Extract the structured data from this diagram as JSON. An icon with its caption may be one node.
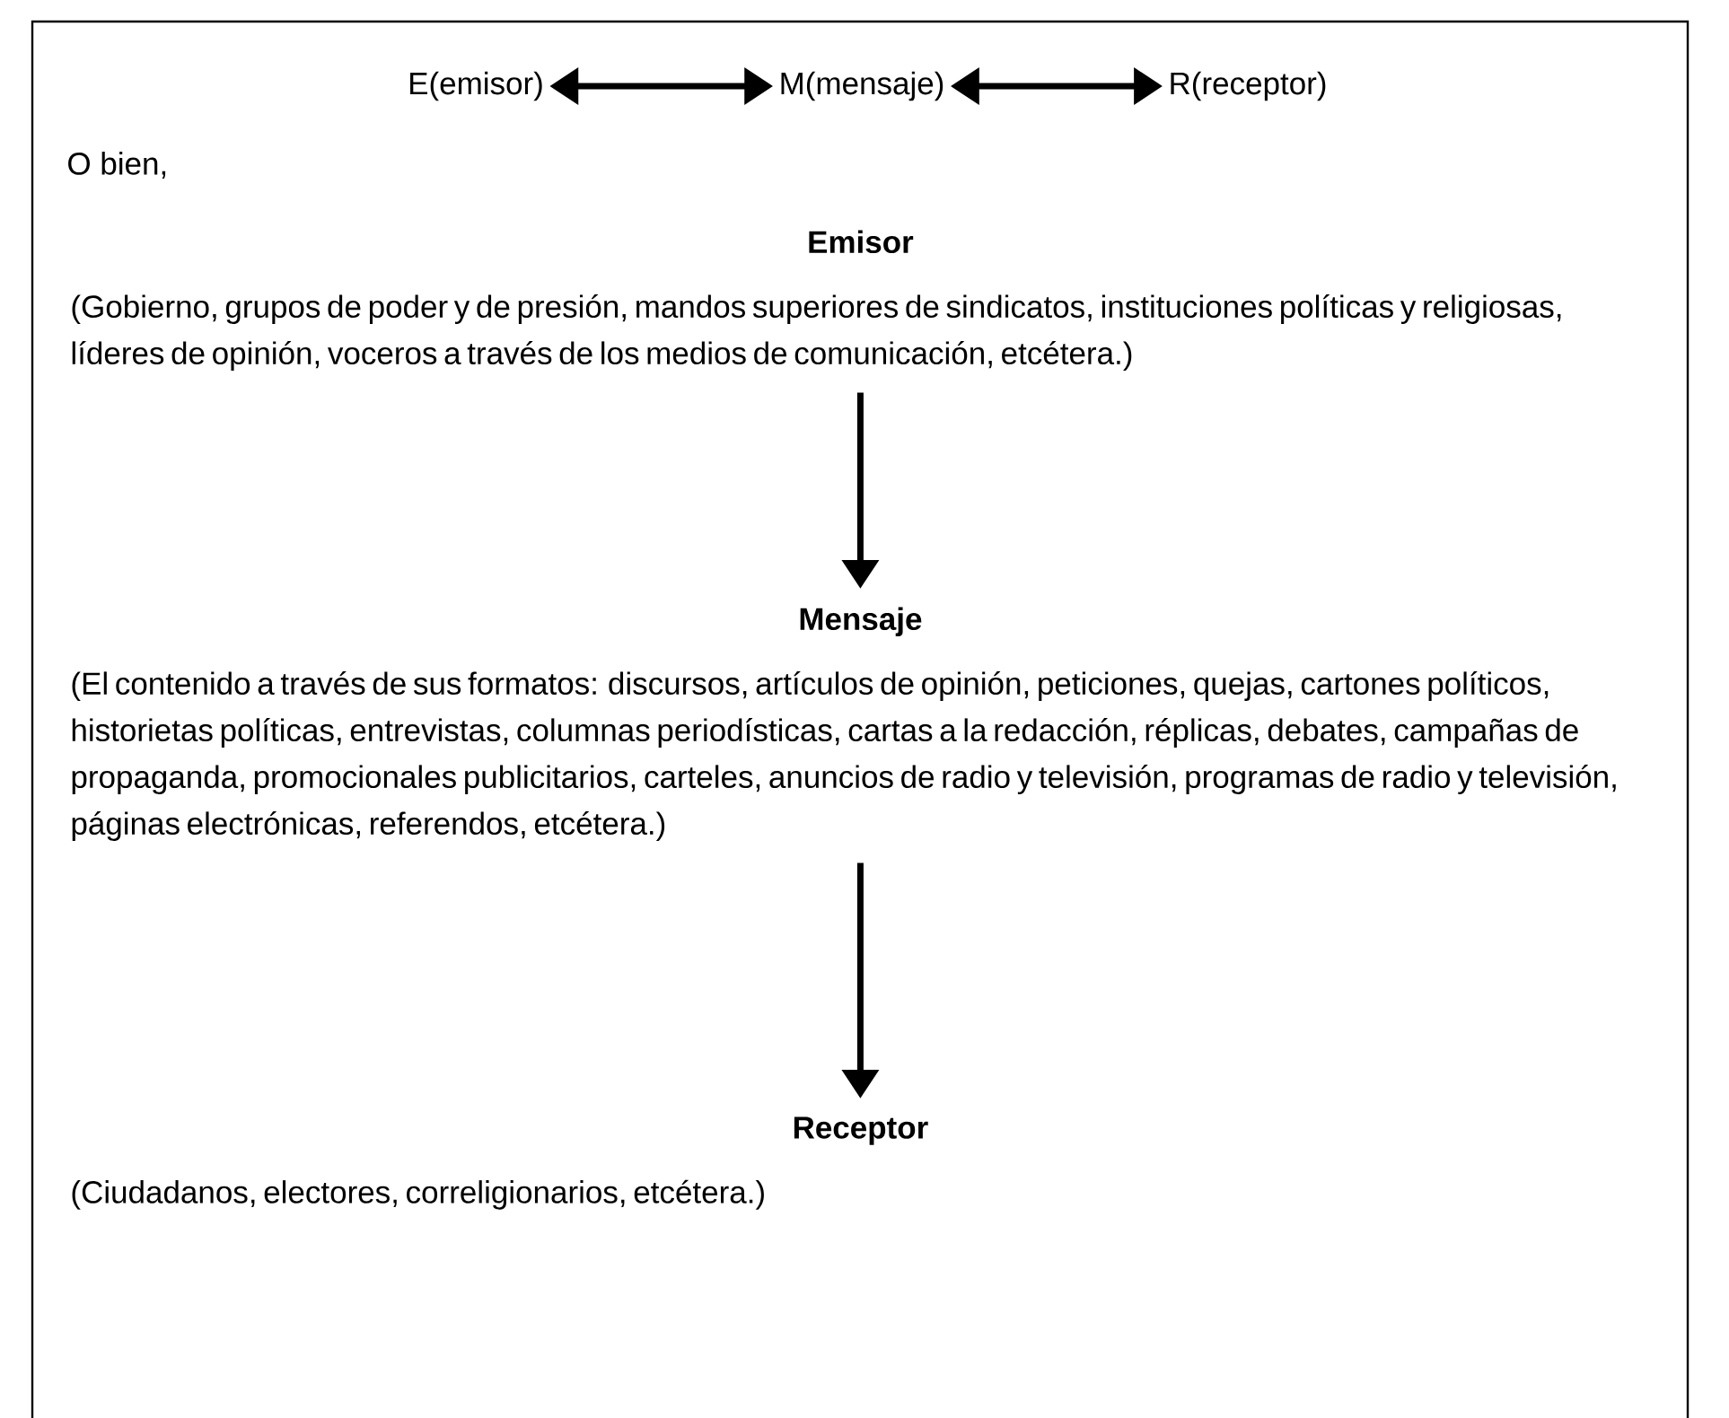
{
  "diagram": {
    "nodes": [
      {
        "text": [
          "E(emisor)"
        ]
      },
      {
        "text": [
          "M(mensaje)"
        ]
      },
      {
        "text": [
          "R(receptor)"
        ]
      },
      {
        "text": [
          "Emisor",
          "(Gobierno, grupos de poder y de presión, mandos superiores de sindicatos, instituciones políticas y religiosas, líderes de opinión, voceros a través de los medios de comunicación, etcétera.)"
        ]
      },
      {
        "text": [
          "Mensaje",
          "(El contenido a través de sus formatos: discursos, artículos de opinión, peticiones, quejas, cartones políticos, historietas políticas, entrevistas, columnas periodísticas, cartas a la redacción, réplicas, debates, campañas de propaganda, promocionales publicitarios, carteles, anuncios de radio y televisión, programas de radio y televisión, páginas electrónicas, referendos, etcétera.)"
        ]
      },
      {
        "text": [
          "Receptor",
          "(Ciudadanos, electores, correligionarios, etcétera.)"
        ]
      }
    ],
    "edges": [
      {
        "from": 0,
        "to": 1,
        "arrow": "both"
      },
      {
        "from": 1,
        "to": 2,
        "arrow": "both"
      },
      {
        "from": 3,
        "to": 4,
        "arrow": "to"
      },
      {
        "from": 4,
        "to": 5,
        "arrow": "to"
      }
    ],
    "labels": [
      "O bien,"
    ]
  }
}
